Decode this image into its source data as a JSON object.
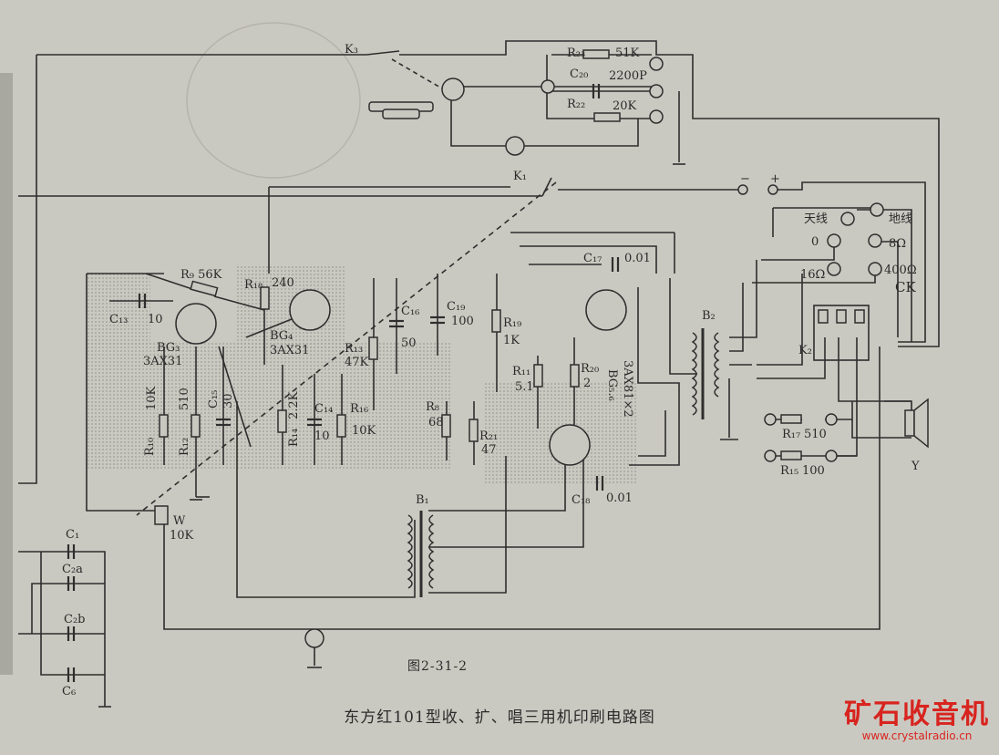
{
  "labels": {
    "k3": "K₃",
    "k1": "K₁",
    "k2": "K₂",
    "ck": "CK",
    "r23": "R₂₃",
    "r23v": "51K",
    "c20": "C₂₀",
    "c20v": "2200P",
    "r22": "R₂₂",
    "r22v": "20K",
    "minus": "−",
    "plus": "+",
    "ant": "天线",
    "gnd": "地线",
    "zero": "0",
    "o8": "8Ω",
    "o16": "16Ω",
    "o400": "400Ω",
    "r9": "R₉ 56K",
    "r18": "R₁₈",
    "r18v": "240",
    "c13": "C₁₃",
    "c13v": "10",
    "bg3": "BG₃",
    "bg3t": "3AX31",
    "bg4": "BG₄",
    "bg4t": "3AX31",
    "c16": "C₁₆",
    "c16v": "50",
    "c19": "C₁₉",
    "c19v": "100",
    "r13": "R₁₃",
    "r13v": "47K",
    "c17": "C₁₇",
    "c17v": "0.01",
    "r19": "R₁₉",
    "r19v": "1K",
    "r11": "R₁₁",
    "r11v": "5.1",
    "r20": "R₂₀",
    "r20v": "2",
    "bg56": "BG₅.₆",
    "bg56t": "3AX81×2",
    "b2": "B₂",
    "b1": "B₁",
    "r8": "R₈",
    "r8v": "68",
    "r21": "R₂₁",
    "r21v": "47",
    "r10": "R₁₀",
    "r10v": "10K",
    "r12": "R₁₂",
    "r12v": "510",
    "c15": "C₁₅",
    "c15v": "30",
    "r14": "R₁₄",
    "r14v": "2.2K",
    "c14": "C₁₄",
    "c14v": "10",
    "r16": "R₁₆",
    "r16v": "10K",
    "r17": "R₁₇",
    "r17v": "510",
    "r15": "R₁₅",
    "r15v": "100",
    "c18": "C₁₈",
    "c18v": "0.01",
    "w": "W",
    "wv": "10K",
    "y": "Y",
    "c1": "C₁",
    "c2a": "C₂a",
    "c2b": "C₂b",
    "c6": "C₆"
  },
  "figure_number": "图2-31-2",
  "caption": "东方红101型收、扩、唱三用机印刷电路图",
  "watermark": {
    "title": "矿石收音机",
    "url": "www.crystalradio.cn"
  },
  "colors": {
    "paper": "#c9c8c0",
    "ink": "#2a2a2a",
    "watermark": "#d8241f"
  }
}
